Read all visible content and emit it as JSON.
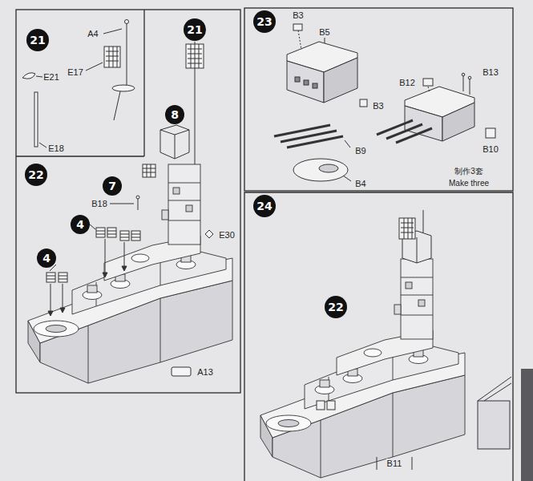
{
  "diagram": {
    "nodes": [
      {
        "text": [
          "21"
        ]
      },
      {
        "text": [
          "21"
        ]
      },
      {
        "text": [
          "22"
        ]
      },
      {
        "text": [
          "8"
        ]
      },
      {
        "text": [
          "7"
        ]
      },
      {
        "text": [
          "4"
        ]
      },
      {
        "text": [
          "4"
        ]
      },
      {
        "text": [
          "23"
        ]
      },
      {
        "text": [
          "24"
        ]
      },
      {
        "text": [
          "22"
        ]
      }
    ],
    "labels": [
      "A4",
      "E17",
      "E21",
      "E18",
      "B18",
      "E30",
      "A13",
      "B3",
      "B5",
      "B3",
      "B9",
      "B4",
      "B12",
      "B13",
      "B10",
      "制作3套",
      "Make three",
      "B11"
    ]
  }
}
